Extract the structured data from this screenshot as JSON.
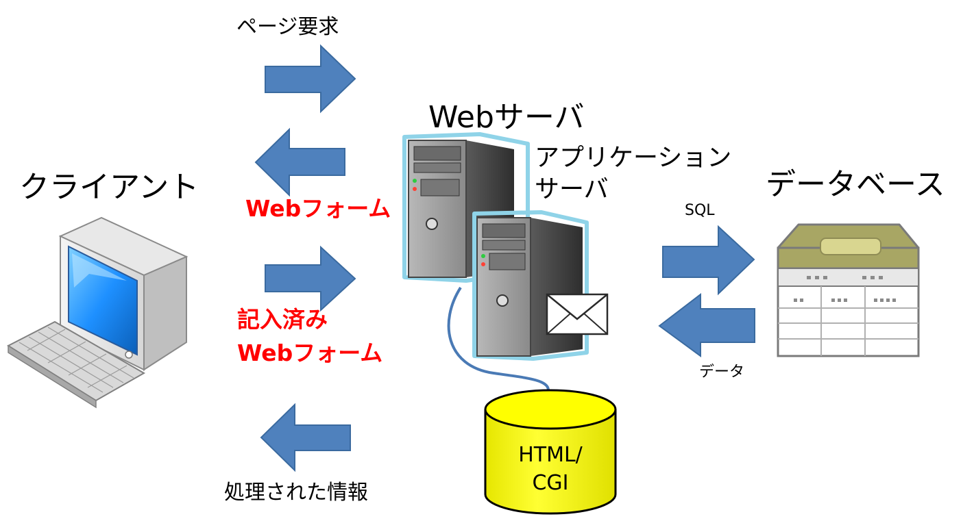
{
  "labels": {
    "client": "クライアント",
    "web_server": "Webサーバ",
    "app_server_line1": "アプリケーション",
    "app_server_line2": "サーバ",
    "database": "データベース",
    "page_request": "ページ要求",
    "web_form": "Webフォーム",
    "filled_line1": "記入済み",
    "filled_line2": "Webフォーム",
    "processed_info": "処理された情報",
    "sql": "SQL",
    "data": "データ",
    "storage_line1": "HTML/",
    "storage_line2": "CGI"
  },
  "colors": {
    "arrow": "#4f81bd",
    "arrow_stroke": "#3a6a9f",
    "highlight_text": "#ff0000",
    "storage_fill": "#ffff00",
    "cable": "#4a7ab5",
    "server_outline": "#8fd3e8"
  },
  "icons": [
    "desktop-computer-icon",
    "server-tower-icon",
    "mail-envelope-icon",
    "database-table-icon",
    "storage-cylinder-icon"
  ]
}
